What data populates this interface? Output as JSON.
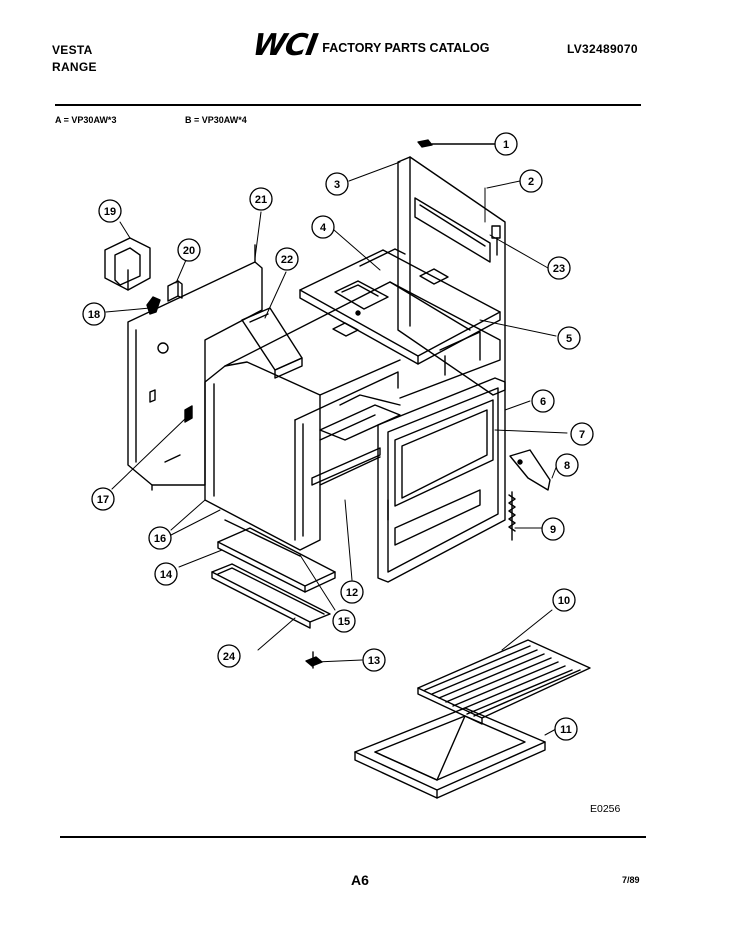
{
  "header": {
    "brand": "VESTA",
    "product": "RANGE",
    "logo": "WCI",
    "catalog_title": "FACTORY PARTS CATALOG",
    "catalog_number": "LV32489070"
  },
  "models": {
    "a": "A = VP30AW*3",
    "b": "B = VP30AW*4"
  },
  "callouts": [
    "1",
    "2",
    "3",
    "4",
    "5",
    "6",
    "7",
    "8",
    "9",
    "10",
    "11",
    "12",
    "13",
    "14",
    "15",
    "16",
    "17",
    "18",
    "19",
    "20",
    "21",
    "22",
    "23",
    "24"
  ],
  "footer": {
    "figure_code": "E0256",
    "page": "A6",
    "date": "7/89"
  }
}
